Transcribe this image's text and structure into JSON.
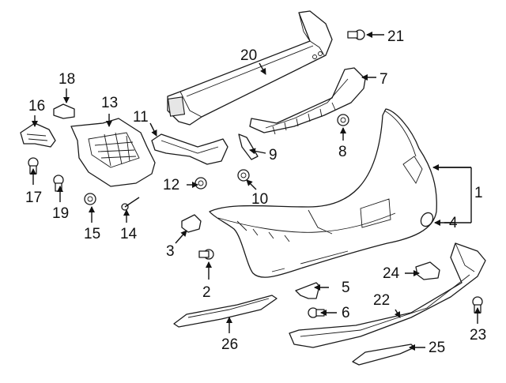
{
  "diagram": {
    "colors": {
      "line": "#1a1a1a",
      "fill": "#ffffff",
      "shade": "#e6e6e6"
    },
    "callouts": [
      {
        "id": "c1",
        "label": "1",
        "part": "bumper-cover"
      },
      {
        "id": "c2",
        "label": "2",
        "part": "bolt"
      },
      {
        "id": "c3",
        "label": "3",
        "part": "clip"
      },
      {
        "id": "c4",
        "label": "4",
        "part": "tow-cover"
      },
      {
        "id": "c5",
        "label": "5",
        "part": "bracket"
      },
      {
        "id": "c6",
        "label": "6",
        "part": "bolt"
      },
      {
        "id": "c7",
        "label": "7",
        "part": "energy-absorber"
      },
      {
        "id": "c8",
        "label": "8",
        "part": "nut"
      },
      {
        "id": "c9",
        "label": "9",
        "part": "bracket"
      },
      {
        "id": "c10",
        "label": "10",
        "part": "nut"
      },
      {
        "id": "c11",
        "label": "11",
        "part": "side-bracket"
      },
      {
        "id": "c12",
        "label": "12",
        "part": "nut"
      },
      {
        "id": "c13",
        "label": "13",
        "part": "side-bracket"
      },
      {
        "id": "c14",
        "label": "14",
        "part": "stud"
      },
      {
        "id": "c15",
        "label": "15",
        "part": "nut"
      },
      {
        "id": "c16",
        "label": "16",
        "part": "bracket"
      },
      {
        "id": "c17",
        "label": "17",
        "part": "bolt"
      },
      {
        "id": "c18",
        "label": "18",
        "part": "clip"
      },
      {
        "id": "c19",
        "label": "19",
        "part": "bolt"
      },
      {
        "id": "c20",
        "label": "20",
        "part": "reinforcement-beam"
      },
      {
        "id": "c21",
        "label": "21",
        "part": "bolt"
      },
      {
        "id": "c22",
        "label": "22",
        "part": "lower-valance"
      },
      {
        "id": "c23",
        "label": "23",
        "part": "bolt"
      },
      {
        "id": "c24",
        "label": "24",
        "part": "clip"
      },
      {
        "id": "c25",
        "label": "25",
        "part": "molding"
      },
      {
        "id": "c26",
        "label": "26",
        "part": "molding"
      }
    ]
  }
}
